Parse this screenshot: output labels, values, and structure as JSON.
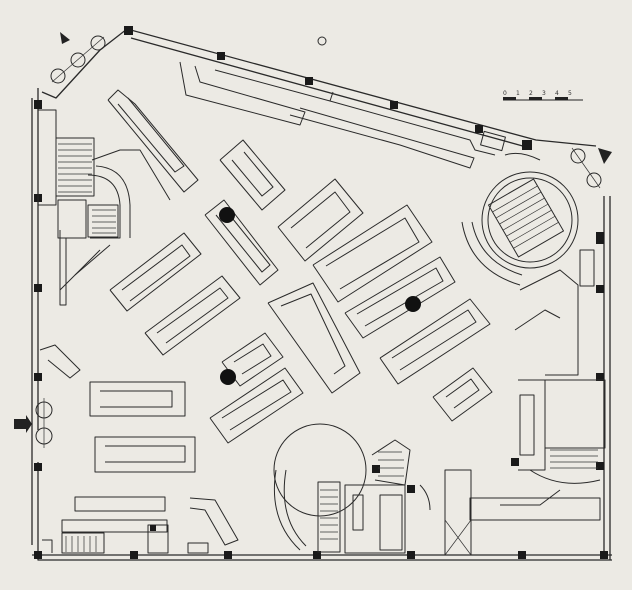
{
  "plan": {
    "scale_bar": {
      "labels": [
        "0",
        "1",
        "2",
        "3",
        "4",
        "5"
      ]
    }
  }
}
